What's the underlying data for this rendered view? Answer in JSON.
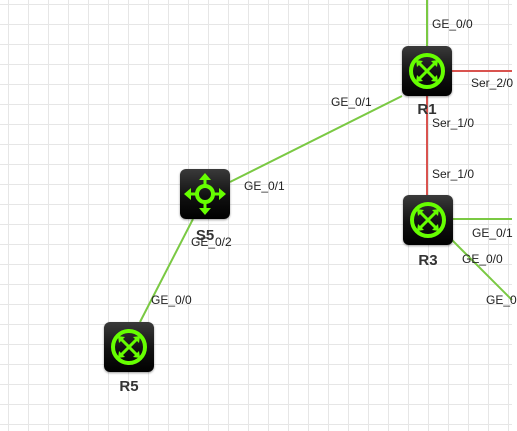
{
  "colors": {
    "ethernet_link": "#7ac943",
    "serial_link": "#d9534f",
    "icon_green": "#66ff00"
  },
  "devices": {
    "r1": {
      "name": "R1",
      "kind": "router-icon"
    },
    "r3": {
      "name": "R3",
      "kind": "router-icon"
    },
    "s5": {
      "name": "S5",
      "kind": "switch-icon"
    },
    "r5": {
      "name": "R5",
      "kind": "router-icon"
    }
  },
  "port_labels": {
    "r1_ge00": "GE_0/0",
    "r1_ser20": "Ser_2/0",
    "r1_ge01": "GE_0/1",
    "r1_ser10": "Ser_1/0",
    "r3_ser10": "Ser_1/0",
    "s5_ge01": "GE_0/1",
    "s5_ge02": "GE_0/2",
    "r5_ge00": "GE_0/0",
    "r3_ge01": "GE_0/1",
    "r3_ge00": "GE_0/0",
    "offscreen_ge": "GE_0"
  }
}
